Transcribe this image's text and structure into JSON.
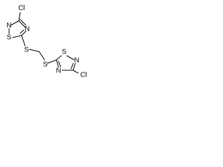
{
  "structure": {
    "atoms": {
      "cl_top": "Cl",
      "s_ring_top": "S",
      "n_ring_top_upper": "N",
      "n_ring_top_lower": "N",
      "s_link_left": "S",
      "s_link_right": "S",
      "s_ring_bottom": "S",
      "n_ring_bottom_upper": "N",
      "n_ring_bottom_lower": "N",
      "cl_bottom": "Cl"
    }
  }
}
